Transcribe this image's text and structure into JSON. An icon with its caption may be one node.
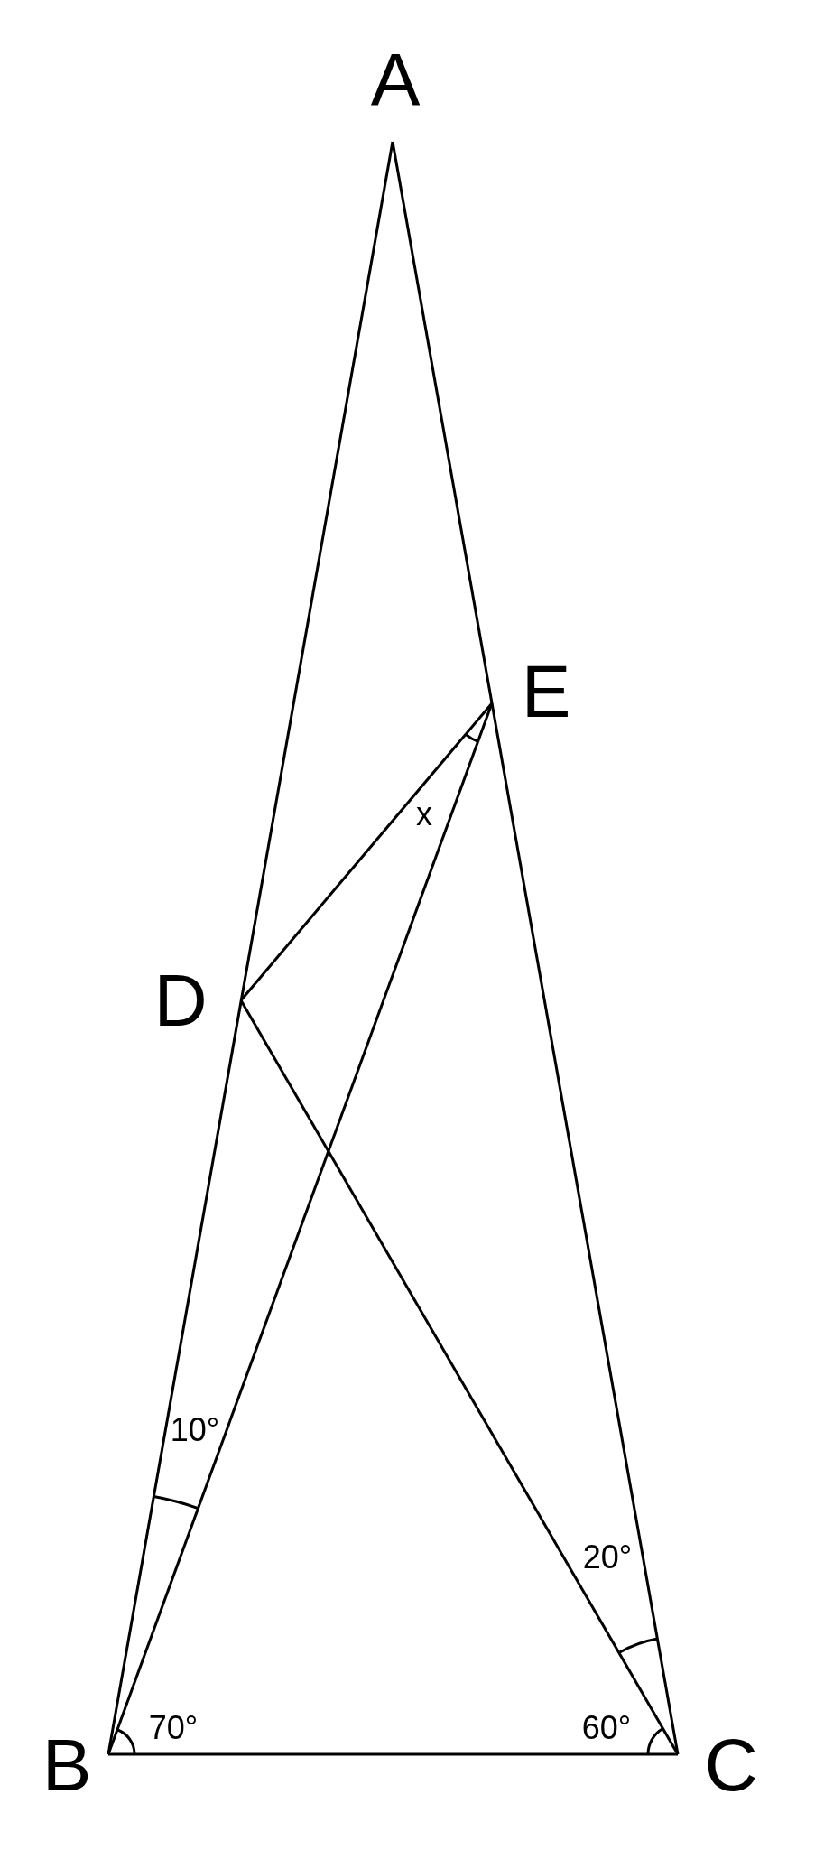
{
  "diagram": {
    "nodes": [
      {
        "text": [
          "A"
        ]
      },
      {
        "text": [
          "B"
        ]
      },
      {
        "text": [
          "C"
        ]
      },
      {
        "text": [
          "D"
        ]
      },
      {
        "text": [
          "E"
        ]
      }
    ],
    "edges": [
      {
        "from": 0,
        "to": 1,
        "arrow": "none"
      },
      {
        "from": 0,
        "to": 2,
        "arrow": "none"
      },
      {
        "from": 1,
        "to": 2,
        "arrow": "none"
      },
      {
        "from": 1,
        "to": 4,
        "arrow": "none"
      },
      {
        "from": 3,
        "to": 4,
        "arrow": "none"
      },
      {
        "from": 3,
        "to": 2,
        "arrow": "none"
      }
    ],
    "labels": [
      "x",
      "10°",
      "20°",
      "70°",
      "60°"
    ]
  }
}
